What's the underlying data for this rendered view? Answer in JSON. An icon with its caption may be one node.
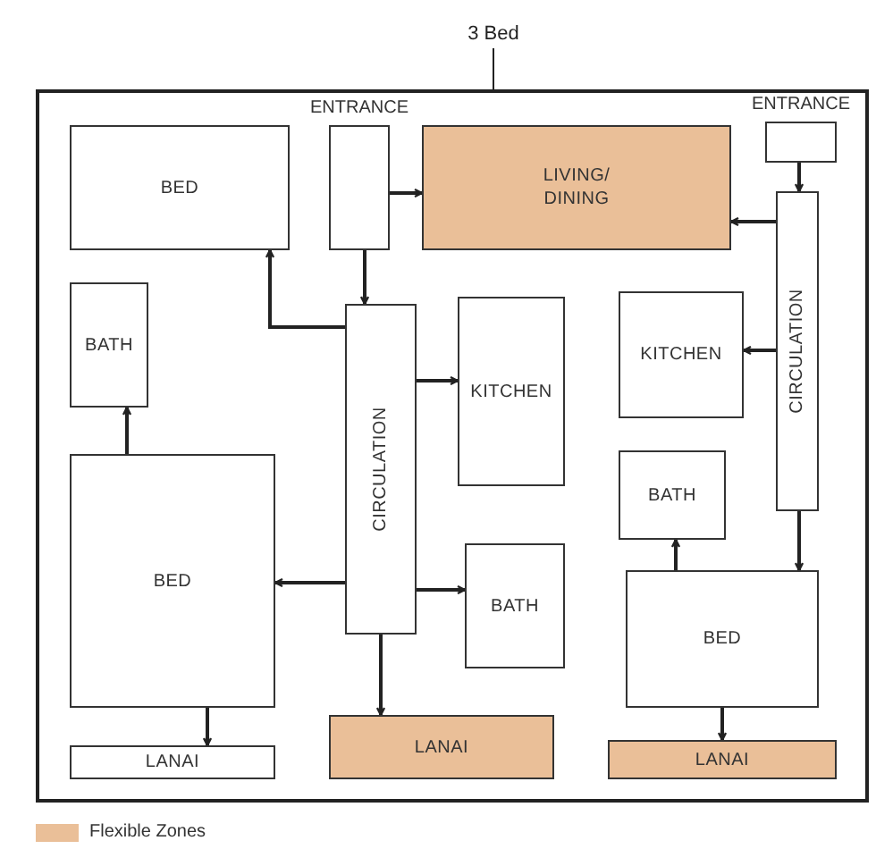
{
  "diagram": {
    "nodes": [
      {
        "text": [
          "3 Bed"
        ]
      },
      {
        "text": [],
        "shape": "box"
      },
      {
        "text": [
          "BED"
        ],
        "in": 1
      },
      {
        "text": [
          "ENTRANCE"
        ],
        "in": 1
      },
      {
        "text": [
          "LIVING/ DINING"
        ],
        "in": 1
      },
      {
        "text": [
          "ENTRANCE"
        ],
        "in": 1
      },
      {
        "text": [
          "BATH"
        ],
        "in": 1
      },
      {
        "text": [
          "CIRCULATION"
        ],
        "in": 1
      },
      {
        "text": [
          "KITCHEN"
        ],
        "in": 1
      },
      {
        "text": [
          "KITCHEN"
        ],
        "in": 1
      },
      {
        "text": [
          "CIRCULATION"
        ],
        "in": 1
      },
      {
        "text": [
          "BED"
        ],
        "in": 1
      },
      {
        "text": [
          "BATH"
        ],
        "in": 1
      },
      {
        "text": [
          "BATH"
        ],
        "in": 1
      },
      {
        "text": [
          "BED"
        ],
        "in": 1
      },
      {
        "text": [
          "LANAI"
        ],
        "in": 1
      },
      {
        "text": [
          "LANAI"
        ],
        "in": 1
      },
      {
        "text": [
          "LANAI"
        ],
        "in": 1
      }
    ],
    "edges": [
      {
        "from": 0,
        "to": 1,
        "arrow": "none"
      },
      {
        "from": 3,
        "to": 4,
        "arrow": "to"
      },
      {
        "from": 3,
        "to": 7,
        "arrow": "to"
      },
      {
        "from": 7,
        "to": 2,
        "arrow": "to"
      },
      {
        "from": 7,
        "to": 8,
        "arrow": "to"
      },
      {
        "from": 7,
        "to": 11,
        "arrow": "to"
      },
      {
        "from": 7,
        "to": 12,
        "arrow": "to"
      },
      {
        "from": 7,
        "to": 16,
        "arrow": "to"
      },
      {
        "from": 11,
        "to": 6,
        "arrow": "to"
      },
      {
        "from": 11,
        "to": 15,
        "arrow": "to"
      },
      {
        "from": 5,
        "to": 10,
        "arrow": "to"
      },
      {
        "from": 10,
        "to": 4,
        "arrow": "to"
      },
      {
        "from": 10,
        "to": 9,
        "arrow": "to"
      },
      {
        "from": 10,
        "to": 14,
        "arrow": "to"
      },
      {
        "from": 14,
        "to": 13,
        "arrow": "to"
      },
      {
        "from": 14,
        "to": 17,
        "arrow": "to"
      }
    ],
    "legend": [
      {
        "text": "Flexible Zones",
        "color": "#eabf98"
      }
    ]
  }
}
